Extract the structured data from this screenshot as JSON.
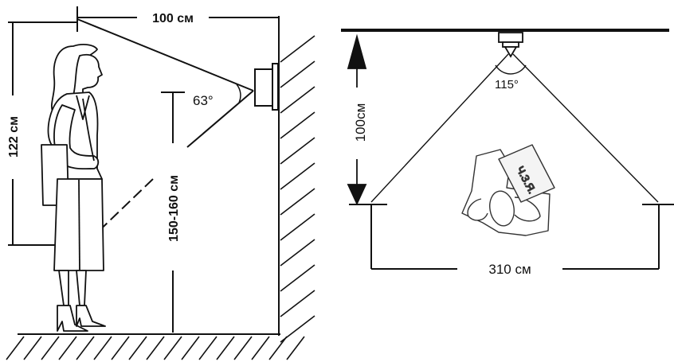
{
  "left_panel": {
    "width_label": "100 см",
    "height_label": "122 см",
    "angle_label": "63°",
    "mount_height_label": "150-160 см"
  },
  "right_panel": {
    "height_label": "100см",
    "angle_label": "115°",
    "span_label": "310 см",
    "note_text": "Ч.З.Я."
  }
}
